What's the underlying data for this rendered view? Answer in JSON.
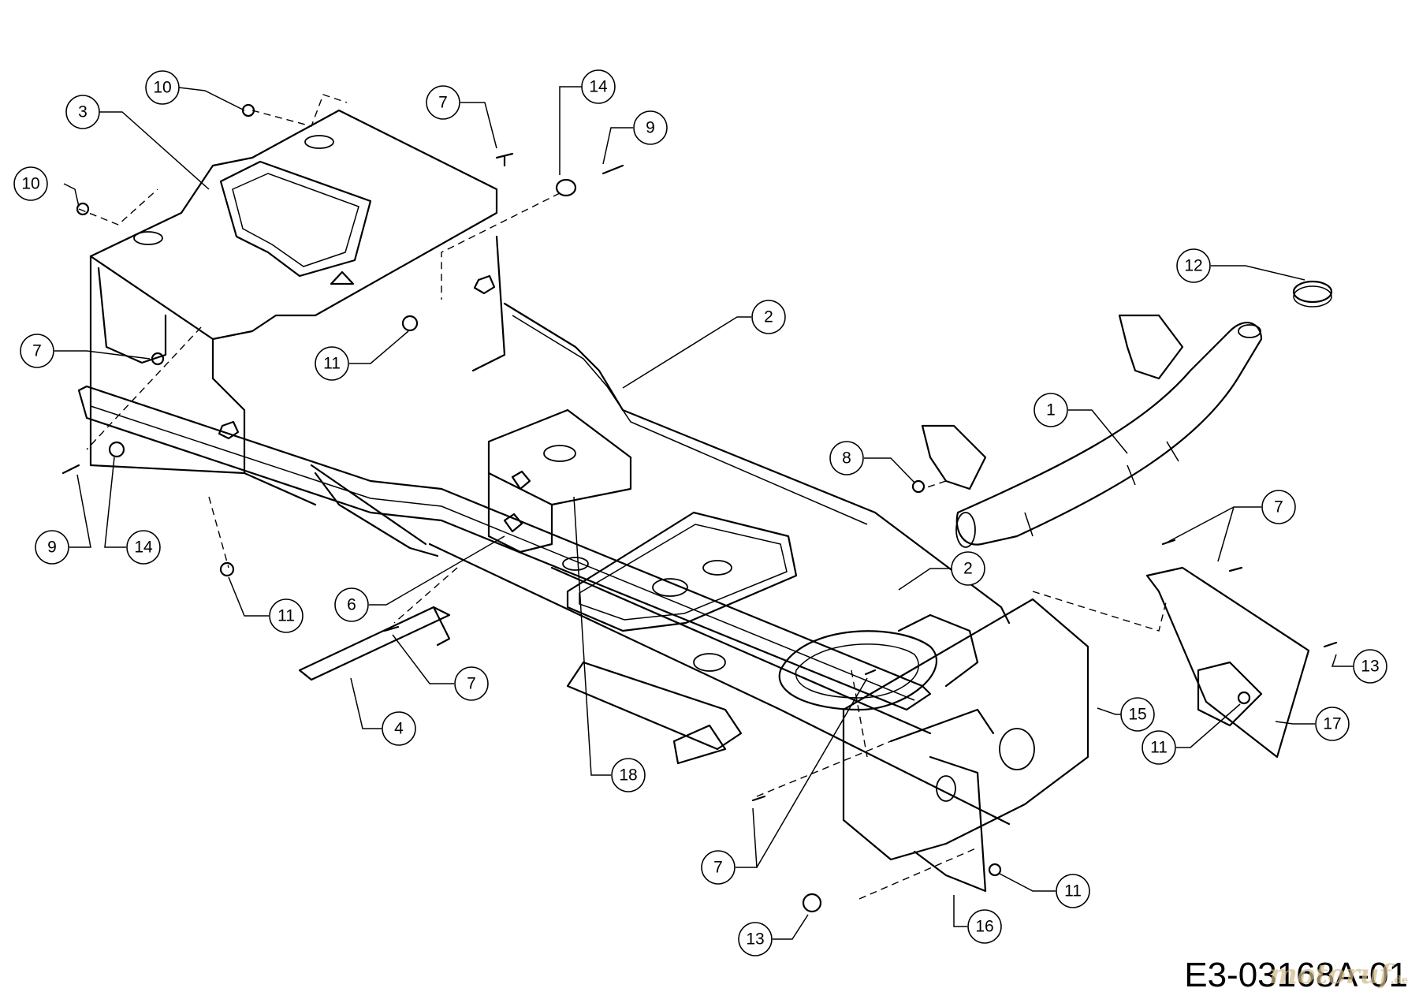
{
  "diagram": {
    "drawing_code": "E3-03168A-01",
    "watermark": {
      "name": "motoruf",
      "suffix": ".de"
    },
    "callouts": [
      {
        "id": "c10a",
        "label": "10"
      },
      {
        "id": "c3",
        "label": "3"
      },
      {
        "id": "c10b",
        "label": "10"
      },
      {
        "id": "c7a",
        "label": "7"
      },
      {
        "id": "c14a",
        "label": "14"
      },
      {
        "id": "c9a",
        "label": "9"
      },
      {
        "id": "c12",
        "label": "12"
      },
      {
        "id": "c2a",
        "label": "2"
      },
      {
        "id": "c7b",
        "label": "7"
      },
      {
        "id": "c11a",
        "label": "11"
      },
      {
        "id": "c1",
        "label": "1"
      },
      {
        "id": "c8",
        "label": "8"
      },
      {
        "id": "c9b",
        "label": "9"
      },
      {
        "id": "c14b",
        "label": "14"
      },
      {
        "id": "c7c",
        "label": "7"
      },
      {
        "id": "c2b",
        "label": "2"
      },
      {
        "id": "c11b",
        "label": "11"
      },
      {
        "id": "c6",
        "label": "6"
      },
      {
        "id": "c7d",
        "label": "7"
      },
      {
        "id": "c13a",
        "label": "13"
      },
      {
        "id": "c15",
        "label": "15"
      },
      {
        "id": "c17",
        "label": "17"
      },
      {
        "id": "c11c",
        "label": "11"
      },
      {
        "id": "c4",
        "label": "4"
      },
      {
        "id": "c18",
        "label": "18"
      },
      {
        "id": "c7e",
        "label": "7"
      },
      {
        "id": "c11d",
        "label": "11"
      },
      {
        "id": "c13b",
        "label": "13"
      },
      {
        "id": "c16",
        "label": "16"
      }
    ]
  }
}
